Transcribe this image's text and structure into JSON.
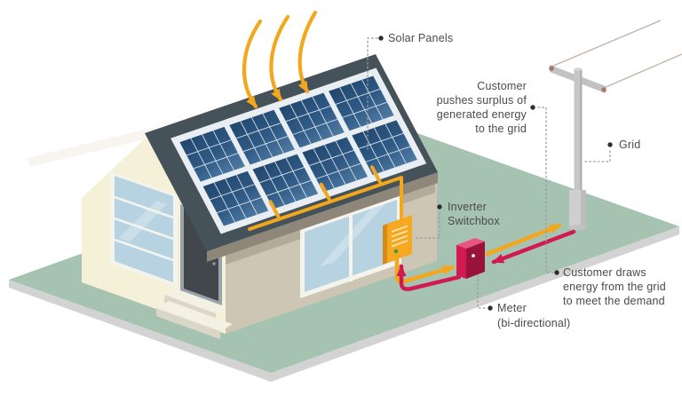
{
  "labels": {
    "solar_panels": "Solar Panels",
    "push_surplus": {
      "lines": [
        "Customer",
        "pushes surplus of",
        "generated energy",
        "to the grid"
      ]
    },
    "grid": "Grid",
    "inverter": {
      "lines": [
        "Inverter",
        "Switchbox"
      ]
    },
    "meter": {
      "lines": [
        "Meter",
        "(bi-directional)"
      ]
    },
    "draw_energy": {
      "lines": [
        "Customer draws",
        "energy from the grid",
        "to meet the demand"
      ]
    }
  },
  "colors": {
    "background": "#ffffff",
    "ground": "#a6c3b2",
    "ground_side": "#d3d3d3",
    "roof": "#46525a",
    "roof_fascia": "#8e8678",
    "wall_light": "#f5f0d8",
    "wall_shaded": "#cdc6b4",
    "solar_panel_blue": "#2e5a85",
    "window_glass": "#b7d3e2",
    "door": "#41474c",
    "energy_out_yellow": "#f2a71c",
    "energy_in_crimson": "#d11a52",
    "inverter_box": "#f6a820",
    "meter_box": "#d11a52",
    "pole_gray": "#c6c6c6",
    "label_text": "#4a4a4a"
  }
}
